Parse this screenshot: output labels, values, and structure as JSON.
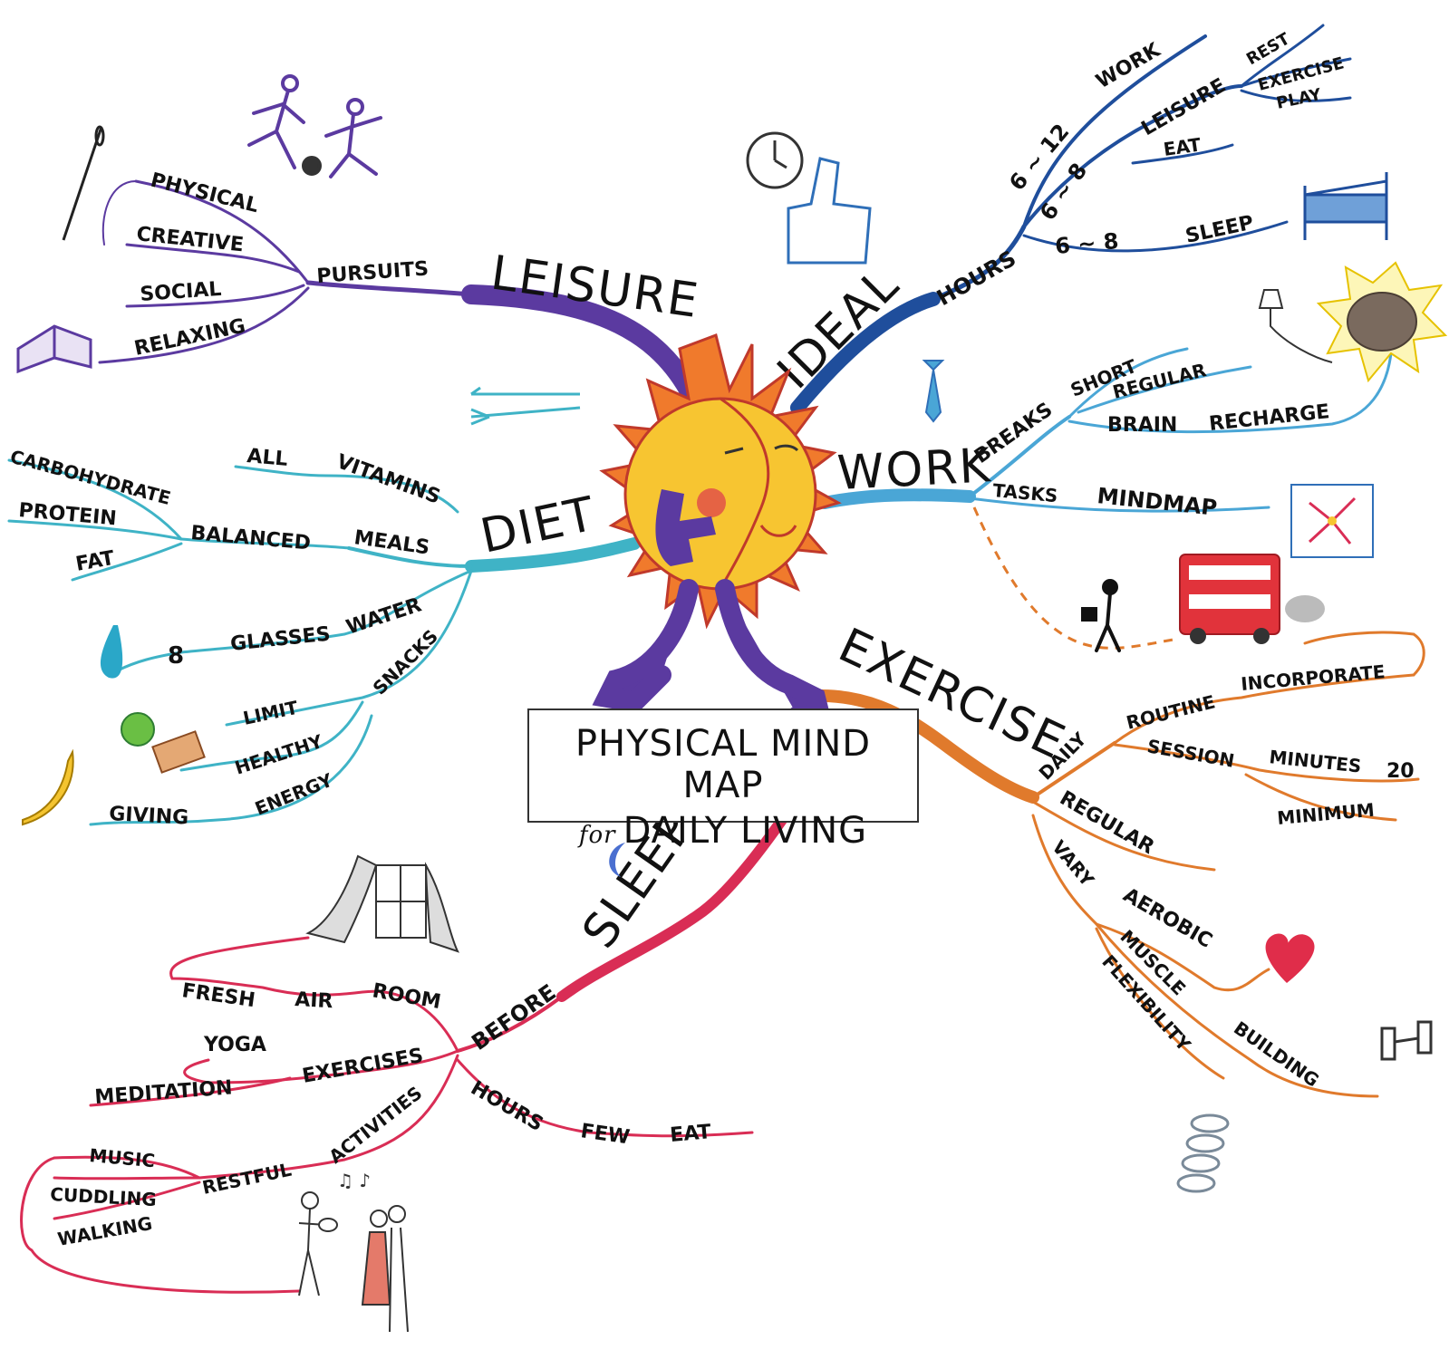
{
  "title": {
    "line1": "PHYSICAL MIND MAP",
    "for": "for",
    "line2": "DAILY LIVING"
  },
  "colors": {
    "leisure": "#5b3aa0",
    "ideal": "#1f4e9c",
    "work": "#4aa6d6",
    "diet": "#3fb3c6",
    "exercise": "#e07a2c",
    "sleep": "#d92d55",
    "sun": "#f7c531"
  },
  "branches": {
    "leisure": {
      "label": "LEISURE",
      "pursuits": "PURSUITS",
      "physical": "PHYSICAL",
      "creative": "CREATIVE",
      "social": "SOCIAL",
      "relaxing": "RELAXING"
    },
    "ideal": {
      "label": "IDEAL",
      "hours": "HOURS",
      "work_range": "6 ~ 12",
      "work": "WORK",
      "leisure_range": "6 ~ 8",
      "leisure": "LEISURE",
      "rest": "REST",
      "exercise": "EXERCISE",
      "play": "PLAY",
      "eat": "EAT",
      "sleep_range": "6 ~ 8",
      "sleep": "SLEEP"
    },
    "work": {
      "label": "WORK",
      "breaks": "BREAKS",
      "short": "SHORT",
      "regular": "REGULAR",
      "brain": "BRAIN",
      "recharge": "RECHARGE",
      "tasks": "TASKS",
      "mindmap": "MINDMAP"
    },
    "diet": {
      "label": "DIET",
      "all": "ALL",
      "vitamins": "VITAMINS",
      "carbohydrate": "CARBOHYDRATE",
      "protein": "PROTEIN",
      "fat": "FAT",
      "balanced": "BALANCED",
      "meals": "MEALS",
      "eight": "8",
      "glasses": "GLASSES",
      "water": "WATER",
      "snacks": "SNACKS",
      "limit": "LIMIT",
      "healthy": "HEALTHY",
      "energy": "ENERGY",
      "giving": "GIVING"
    },
    "exercise": {
      "label": "EXERCISE",
      "daily": "DAILY",
      "routine": "ROUTINE",
      "incorporate": "INCORPORATE",
      "session": "SESSION",
      "minutes": "MINUTES",
      "twenty": "20",
      "minimum": "MINIMUM",
      "regular": "REGULAR",
      "vary": "VARY",
      "aerobic": "AEROBIC",
      "muscle": "MUSCLE",
      "building": "BUILDING",
      "flexibility": "FLEXIBILITY"
    },
    "sleep": {
      "label": "SLEEP",
      "before": "BEFORE",
      "fresh": "FRESH",
      "air": "AIR",
      "room": "ROOM",
      "yoga": "YOGA",
      "exercises": "EXERCISES",
      "meditation": "MEDITATION",
      "activities": "ACTIVITIES",
      "restful": "RESTFUL",
      "music": "MUSIC",
      "cuddling": "CUDDLING",
      "walking": "WALKING",
      "hours": "HOURS",
      "few": "FEW",
      "eat": "EAT"
    }
  }
}
